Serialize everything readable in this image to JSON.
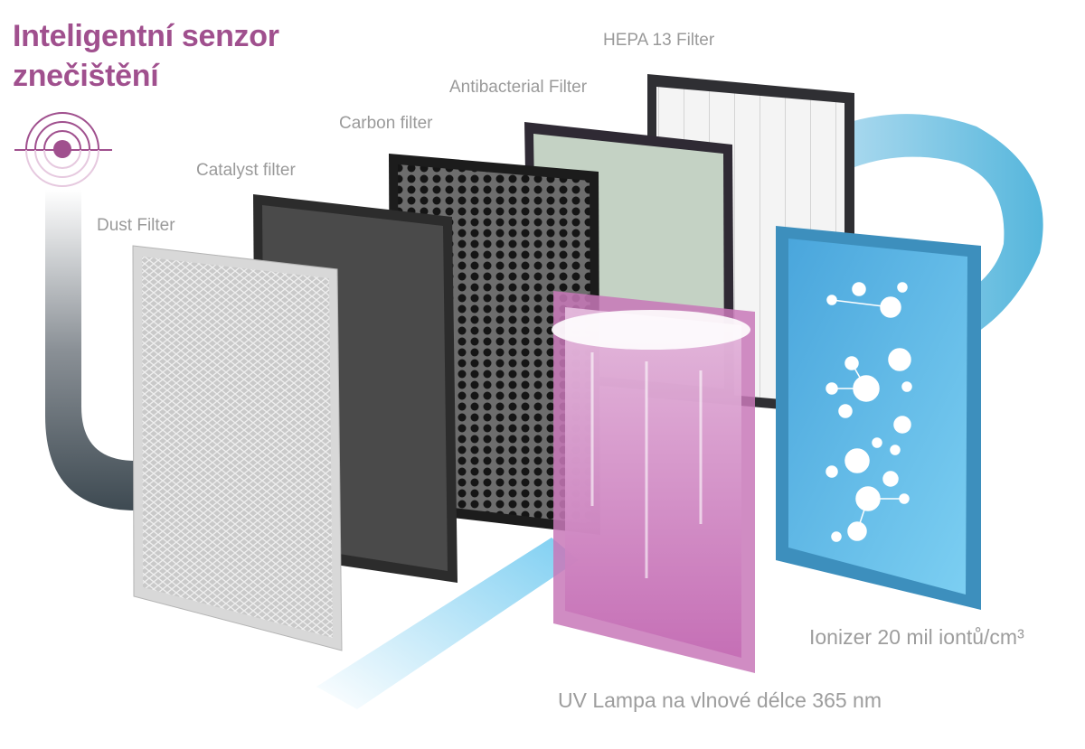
{
  "title": {
    "line1": "Inteligentní senzor",
    "line2": "znečištění"
  },
  "labels": {
    "hepa": "HEPA 13 Filter",
    "antibacterial": "Antibacterial Filter",
    "carbon": "Carbon filter",
    "catalyst": "Catalyst filter",
    "dust": "Dust Filter",
    "ionizer": "Ionizer 20 mil iontů/cm³",
    "uv": "UV Lampa na vlnové délce 365 nm"
  },
  "icons": {
    "sensor": "sensor-waves-icon"
  },
  "colors": {
    "accent": "#a0508e",
    "label": "#9a9a9a",
    "ionizer": "#5fb4e0",
    "uv": "#c76fb8"
  }
}
